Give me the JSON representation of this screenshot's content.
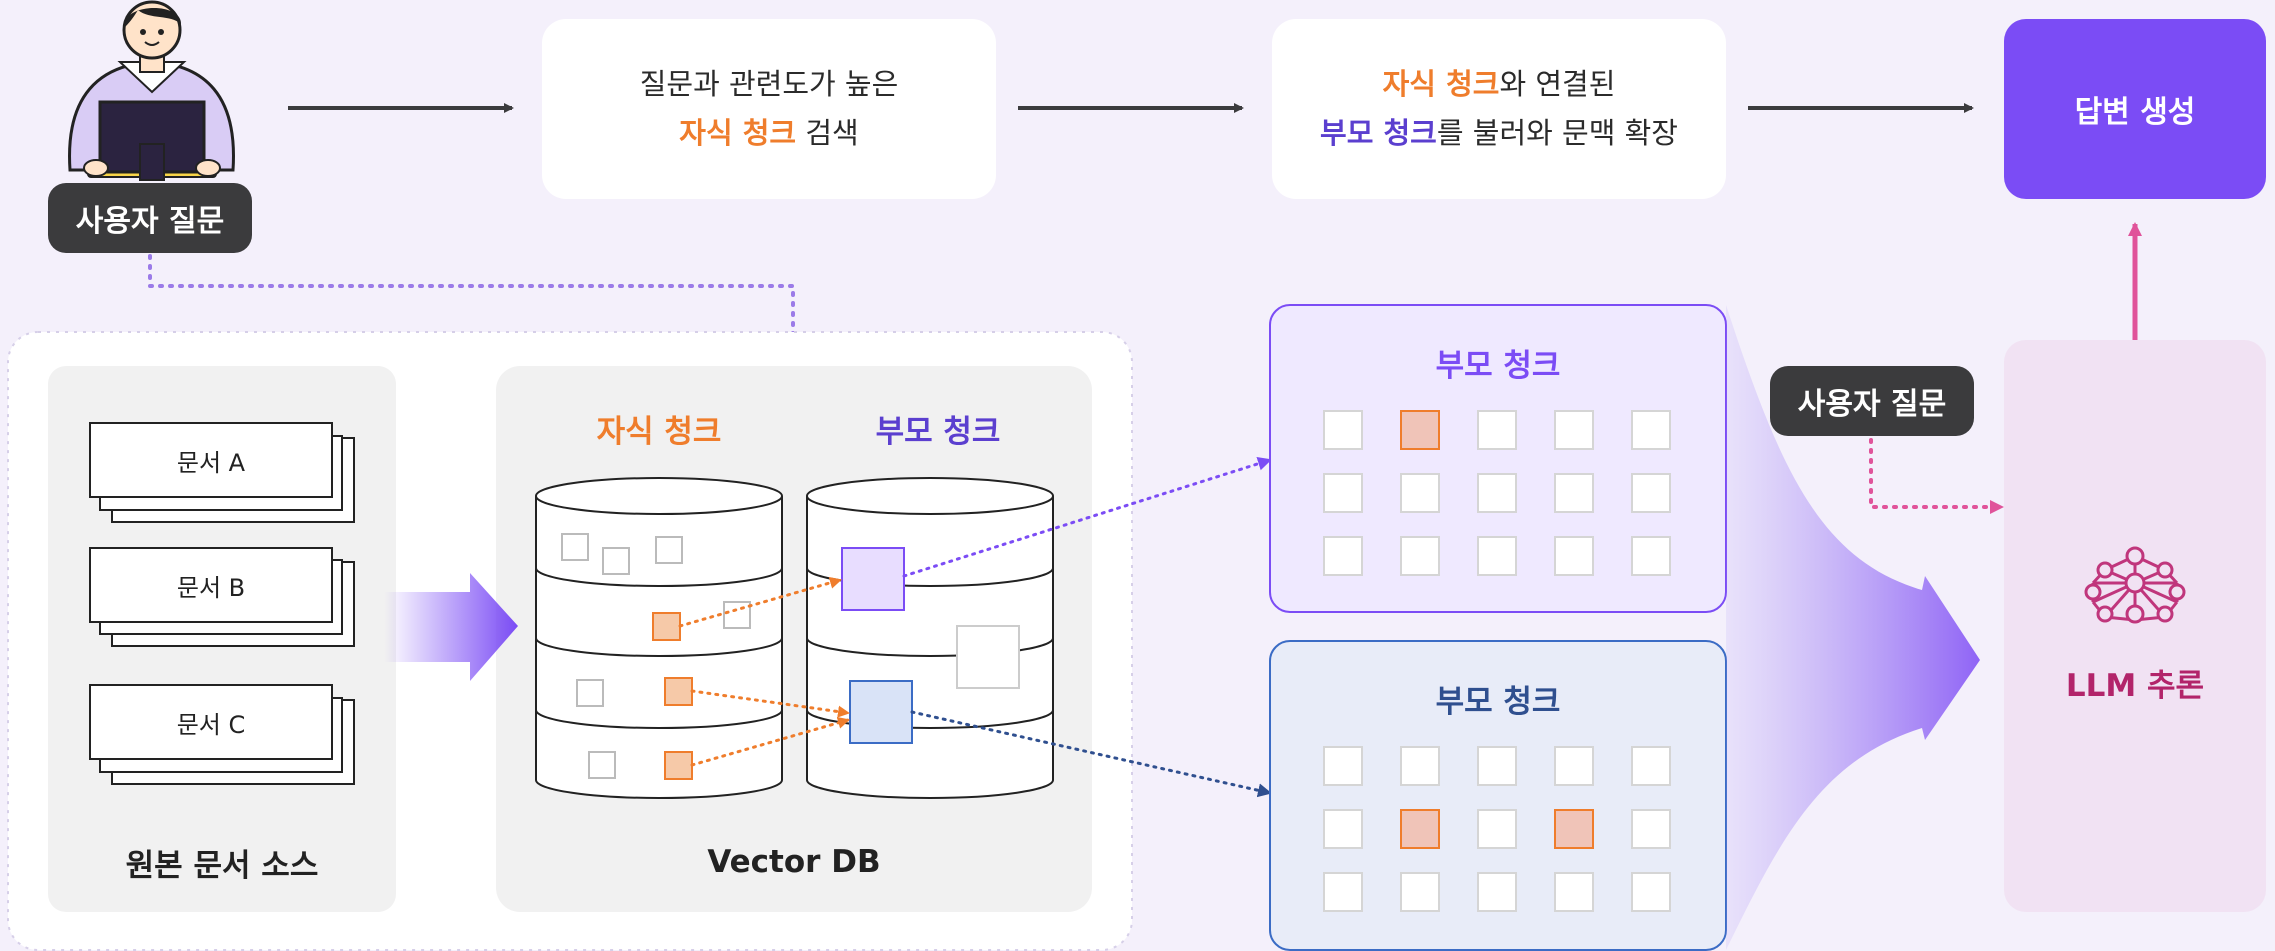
{
  "user": {
    "question_label": "사용자 질문"
  },
  "step1": {
    "line1": "질문과 관련도가 높은",
    "line2_accent": "자식 청크",
    "line2_rest": " 검색"
  },
  "step2": {
    "line1_accent": "자식 청크",
    "line1_rest": "와 연결된",
    "line2_accent": "부모 청크",
    "line2_rest": "를 불러와 문맥 확장"
  },
  "answer": {
    "label": "답변 생성"
  },
  "source": {
    "title": "원본 문서 소스",
    "documents": [
      "문서 A",
      "문서 B",
      "문서 C"
    ]
  },
  "vectordb": {
    "title": "Vector DB",
    "child_label": "자식 청크",
    "parent_label": "부모 청크"
  },
  "parent_panels": [
    {
      "title": "부모 청크",
      "highlight": [
        [
          0,
          1
        ]
      ]
    },
    {
      "title": "부모 청크",
      "highlight": [
        [
          1,
          1
        ],
        [
          1,
          3
        ]
      ]
    }
  ],
  "llm": {
    "question_label": "사용자 질문",
    "label": "LLM 추론",
    "icon": "neural-network-icon"
  },
  "colors": {
    "orange": "#ef7d2c",
    "purple": "#7b4cf5",
    "purple_dark": "#5b3fcf",
    "blue_dark": "#2f4f8f",
    "pink": "#e0539a",
    "dark": "#3b3b3d"
  }
}
